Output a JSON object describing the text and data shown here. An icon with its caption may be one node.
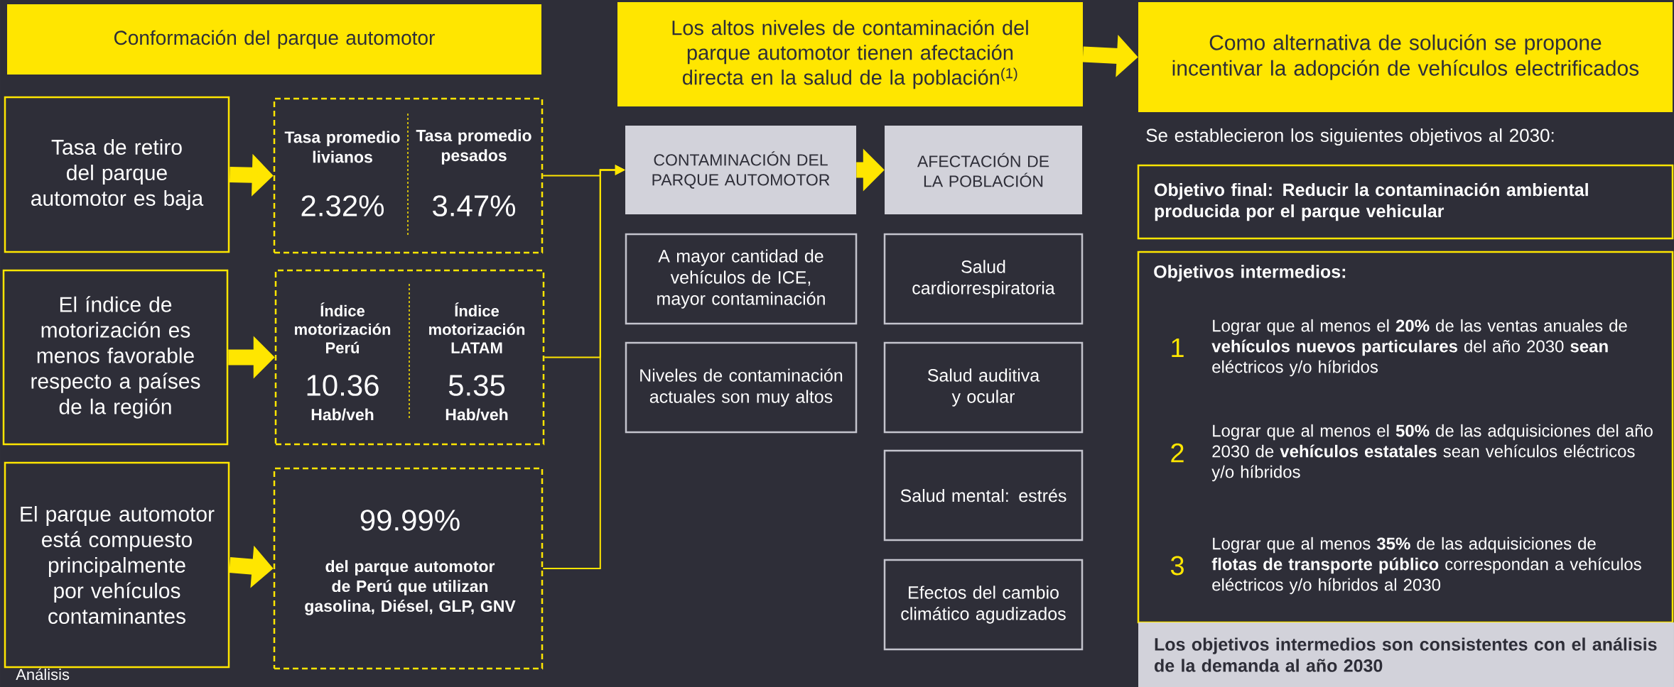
{
  "diagram": {
    "nodes": [
      {
        "text": [
          "Conformación del parque automotor"
        ]
      },
      {
        "text": [
          "Tasa de retiro del parque automotor es baja"
        ]
      },
      {
        "text": [
          "Tasa promedio livianos",
          "2.32%",
          "Tasa promedio pesados",
          "3.47%"
        ]
      },
      {
        "text": [
          "El índice de motorización es menos favorable respecto a países de la región"
        ]
      },
      {
        "text": [
          "Índice motorización Perú",
          "10.36",
          "Hab/veh",
          "Índice motorización LATAM",
          "5.35",
          "Hab/veh"
        ]
      },
      {
        "text": [
          "El parque automotor está compuesto principalmente por vehículos contaminantes"
        ]
      },
      {
        "text": [
          "99.99%",
          "del parque automotor de Perú que utilizan gasolina, Diésel, GLP, GNV"
        ]
      },
      {
        "text": [
          "Los altos niveles de contaminación del parque automotor tienen afectación directa en la salud de la población$^{(1)}$"
        ]
      },
      {
        "text": [
          "CONTAMINACIÓN DEL PARQUE AUTOMOTOR"
        ]
      },
      {
        "text": [
          "AFECTACIÓN DE LA POBLACIÓN"
        ]
      },
      {
        "text": [
          "A mayor cantidad de vehículos de ICE, mayor contaminación"
        ]
      },
      {
        "text": [
          "Niveles de contaminación actuales son muy altos"
        ]
      },
      {
        "text": [
          "Salud cardiorrespiratoria"
        ]
      },
      {
        "text": [
          "Salud auditiva y ocular"
        ]
      },
      {
        "text": [
          "Salud mental: estrés"
        ]
      },
      {
        "text": [
          "Efectos del cambio climático agudizados"
        ]
      },
      {
        "text": [
          "Como alternativa de solución se propone incentivar la adopción de vehículos electrificados"
        ]
      },
      {
        "text": [
          "Objetivo final: Reducir la contaminación ambiental producida por el parque vehicular"
        ]
      },
      {
        "text": [
          "Objetivos intermedios:",
          "1",
          "Lograr que al menos el **20%** de las ventas anuales de **vehículos nuevos particulares** del año 2030 **sean** eléctricos y/o híbridos",
          "2",
          "Lograr que al menos el **50%** de las adquisiciones del año 2030 de **vehículos estatales** sean vehículos eléctricos y/o híbridos",
          "3",
          "Lograr que al menos **35%** de las adquisiciones de **flotas de transporte público** correspondan a vehículos eléctricos y/o híbridos al 2030"
        ]
      },
      {
        "text": [
          "Los objetivos intermedios son consistentes con el análisis de la demanda al año 2030"
        ]
      }
    ],
    "edges": [
      {
        "from": 1,
        "to": 2,
        "arrow": "to"
      },
      {
        "from": 3,
        "to": 4,
        "arrow": "to"
      },
      {
        "from": 5,
        "to": 6,
        "arrow": "to"
      },
      {
        "from": 2,
        "to": 8,
        "arrow": "to"
      },
      {
        "from": 4,
        "to": 8,
        "arrow": "to"
      },
      {
        "from": 6,
        "to": 8,
        "arrow": "to"
      },
      {
        "from": 8,
        "to": 9,
        "arrow": "to"
      },
      {
        "from": 7,
        "to": 16,
        "arrow": "to"
      }
    ],
    "labels": [
      "Se establecieron los siguientes objetivos al 2030:",
      "Análisis"
    ]
  }
}
